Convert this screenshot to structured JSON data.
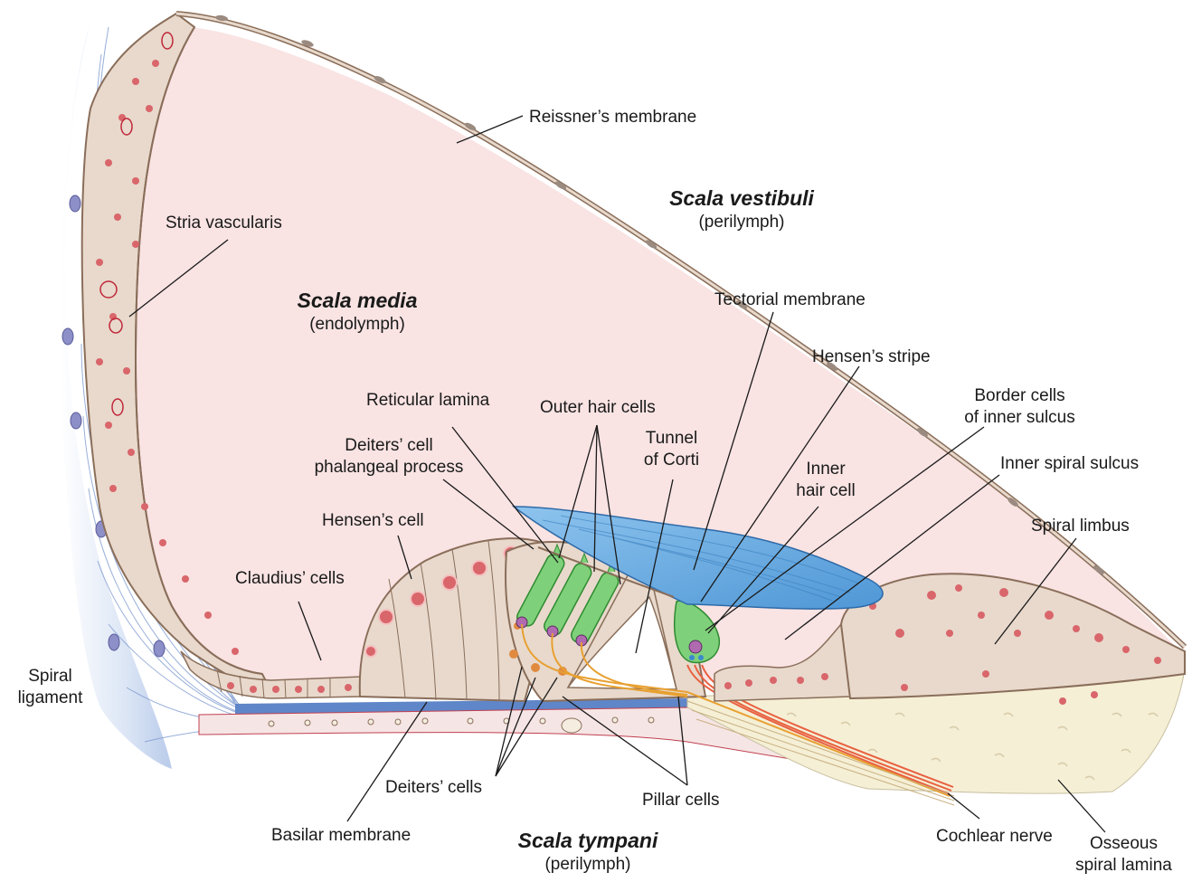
{
  "regions": {
    "scala_vestibuli": {
      "name": "Scala vestibuli",
      "fluid": "(perilymph)"
    },
    "scala_media": {
      "name": "Scala media",
      "fluid": "(endolymph)"
    },
    "scala_tympani": {
      "name": "Scala tympani",
      "fluid": "(perilymph)"
    }
  },
  "labels": {
    "reissners_membrane": "Reissner’s membrane",
    "stria_vascularis": "Stria vascularis",
    "tectorial_membrane": "Tectorial membrane",
    "hensens_stripe": "Hensen’s stripe",
    "reticular_lamina": "Reticular lamina",
    "outer_hair_cells": "Outer hair cells",
    "tunnel_of_corti_1": "Tunnel",
    "tunnel_of_corti_2": "of Corti",
    "border_cells_1": "Border cells",
    "border_cells_2": "of inner sulcus",
    "deiters_phalangeal_1": "Deiters’ cell",
    "deiters_phalangeal_2": "phalangeal process",
    "inner_hair_cell_1": "Inner",
    "inner_hair_cell_2": "hair cell",
    "inner_spiral_sulcus": "Inner spiral sulcus",
    "hensens_cell": "Hensen’s cell",
    "spiral_limbus": "Spiral limbus",
    "claudius_cells": "Claudius’ cells",
    "spiral_ligament_1": "Spiral",
    "spiral_ligament_2": "ligament",
    "deiters_cells": "Deiters’ cells",
    "pillar_cells": "Pillar cells",
    "basilar_membrane": "Basilar membrane",
    "cochlear_nerve": "Cochlear nerve",
    "osseous_1": "Osseous",
    "osseous_2": "spiral lamina"
  },
  "colors": {
    "endolymph": "#f9e3e3",
    "cell_tissue": "#e8d9cc",
    "cell_outline": "#8a6e5a",
    "nucleus": "#d9666b",
    "tectorial": "#6aaee0",
    "hair_cell": "#7fd07a",
    "ligament": "#8aa8d8",
    "bone": "#f5efd6",
    "nerve": "#e8a030"
  }
}
